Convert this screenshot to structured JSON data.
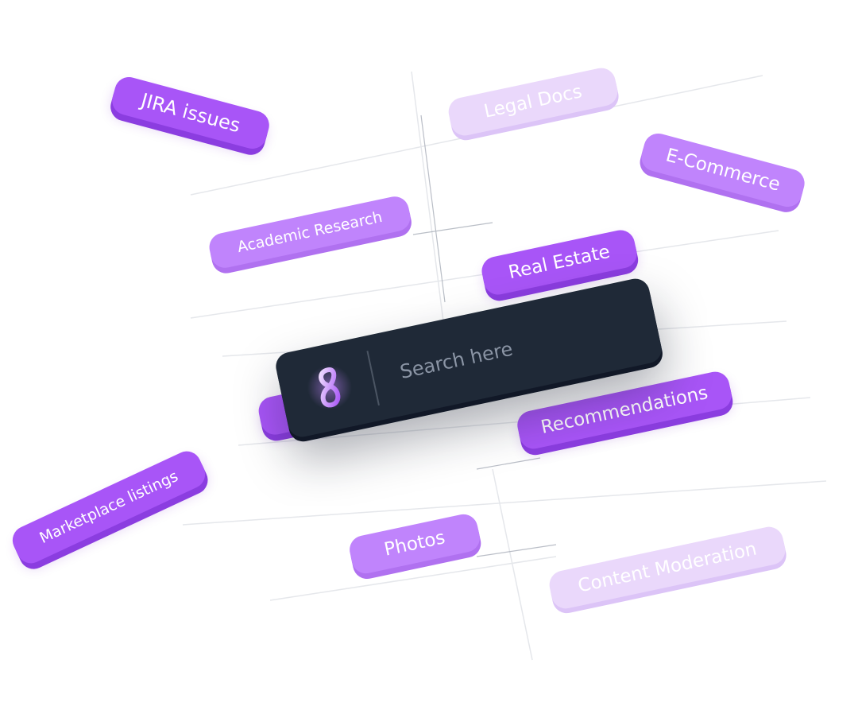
{
  "tags": {
    "jira": "JIRA issues",
    "legal": "Legal Docs",
    "ecommerce": "E-Commerce",
    "academic": "Academic Research",
    "real_estate": "Real Estate",
    "recommendations": "Recommendations",
    "marketplace": "Marketplace listings",
    "photos": "Photos",
    "content_moderation": "Content Moderation"
  },
  "search": {
    "placeholder": "Search here"
  },
  "colors": {
    "accent": "#a855f7",
    "accent_mid": "#c084fc",
    "accent_light": "#ead8fb",
    "searchbar": "#1f2937"
  },
  "icons": {
    "logo": "infinity-8-logo-icon"
  }
}
